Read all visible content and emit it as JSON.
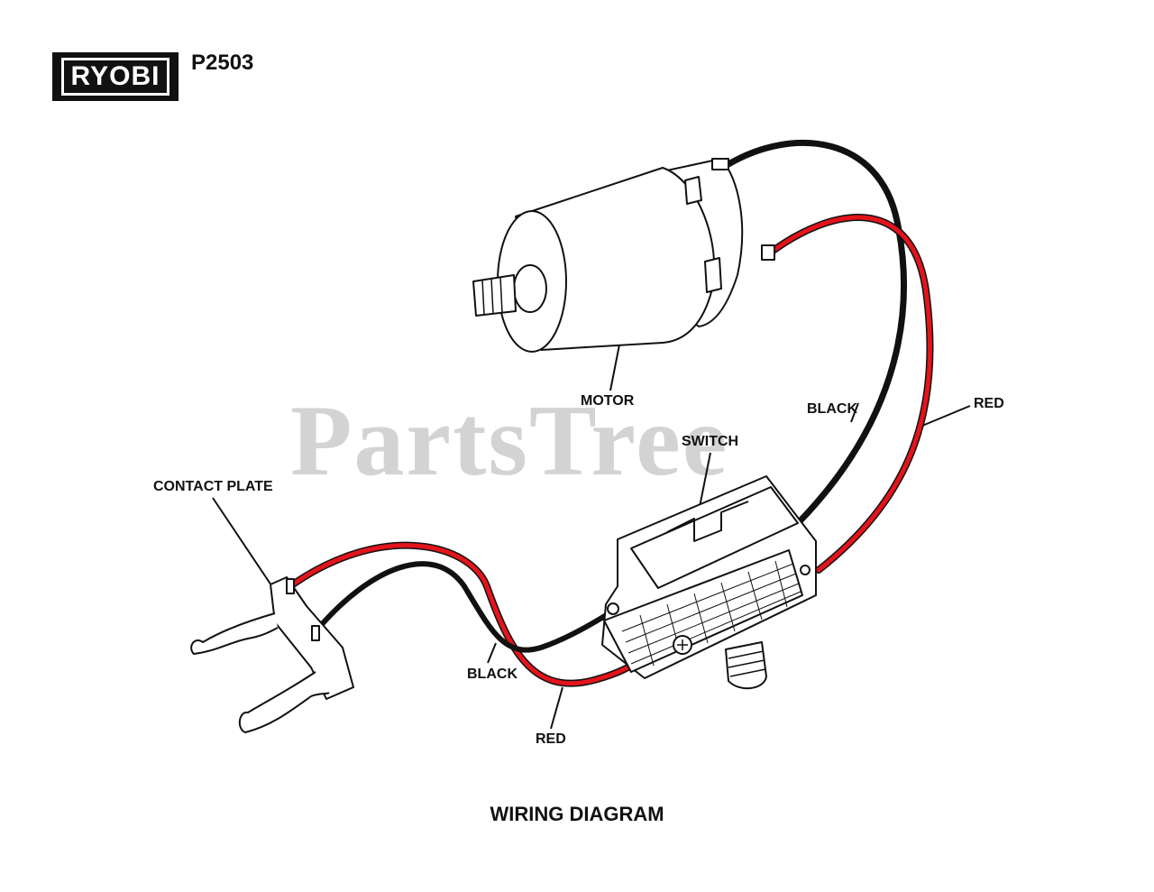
{
  "header": {
    "brand_logo": "RYOBI",
    "model": "P2503"
  },
  "watermark": "PartsTree",
  "labels": {
    "motor": "MOTOR",
    "switch": "SWITCH",
    "contact_plate": "CONTACT PLATE",
    "black_upper": "BLACK",
    "red_upper": "RED",
    "black_lower": "BLACK",
    "red_lower": "RED"
  },
  "caption": "WIRING DIAGRAM",
  "colors": {
    "wire_red": "#e3141b",
    "wire_black": "#111111",
    "outline": "#111111",
    "watermark": "#d3d3d3"
  }
}
